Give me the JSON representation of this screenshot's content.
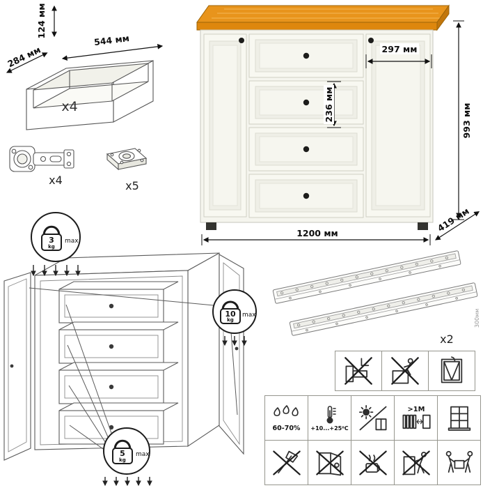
{
  "drawer_box": {
    "height": "124 мм",
    "width": "544 мм",
    "depth": "284 мм",
    "count": "x4"
  },
  "hardware": {
    "hinge_count": "x4",
    "fastener_count": "x5"
  },
  "dresser": {
    "door_width": "297 мм",
    "drawer_pitch": "236 мм",
    "height": "993 мм",
    "width": "1200 мм",
    "depth": "419 мм",
    "colors": {
      "top_wood": "#E8941C",
      "body": "#F5F5EE",
      "knob": "#1D1D1B"
    }
  },
  "load_limits": {
    "top_surface": {
      "value": "3",
      "unit": "kg",
      "qualifier": "max"
    },
    "door": {
      "value": "10",
      "unit": "kg",
      "qualifier": "max"
    },
    "drawer": {
      "value": "5",
      "unit": "kg",
      "qualifier": "max"
    }
  },
  "slides": {
    "count": "x2",
    "length": "300мм"
  },
  "care": {
    "humidity": "60-70%",
    "temperature": "+10...+25⁰С",
    "min_distance": ">1M"
  },
  "icons": {
    "safety_row": [
      "no-step-on-open-drawer",
      "no-climb-on-furniture",
      "window-tilt"
    ],
    "care_grid": [
      "humidity-range",
      "temperature-range",
      "avoid-direct-sunlight",
      "keep-distance-from-heaters",
      "window",
      "no-sharp-tools",
      "no-hanging-on-doors",
      "no-hot-objects",
      "no-dragging",
      "two-person-carry"
    ]
  }
}
